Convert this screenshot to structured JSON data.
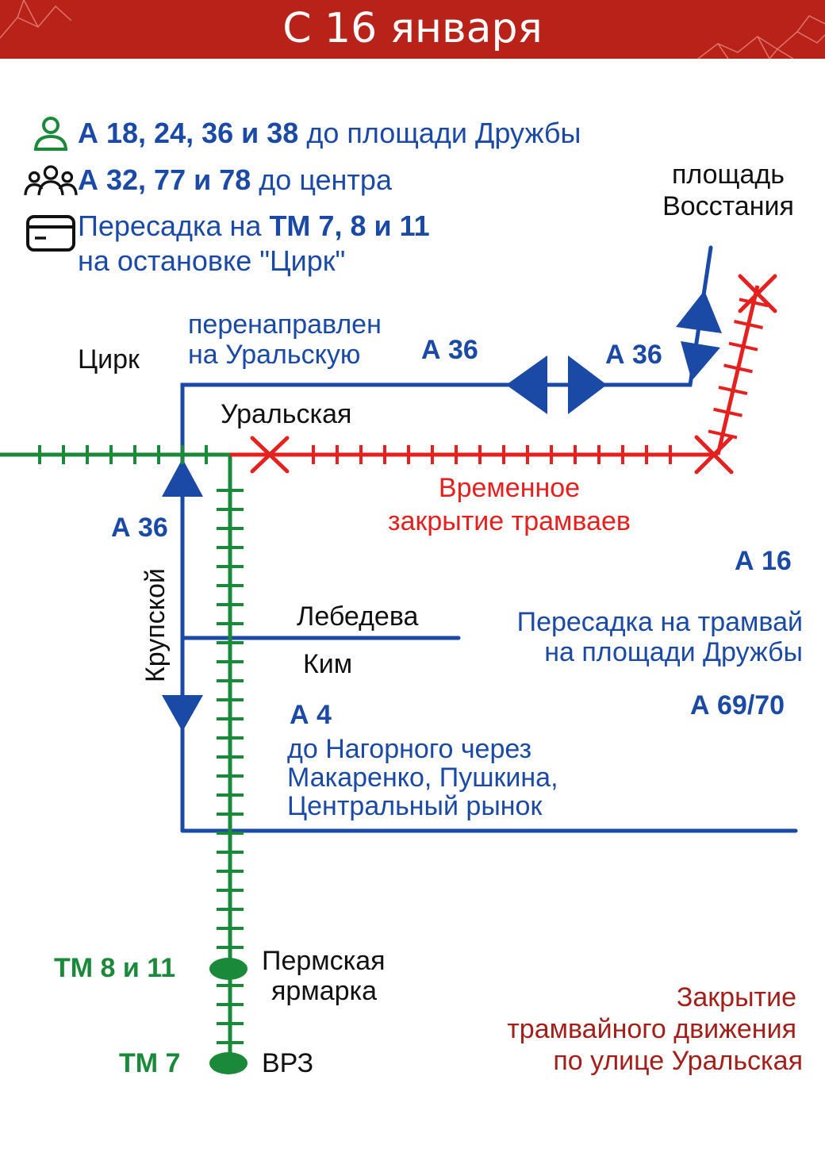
{
  "header": {
    "title": "С 16 января"
  },
  "legend": [
    {
      "icon": "person-icon",
      "bold": "А 18, 24, 36 и 38",
      "text": " до площади Дружбы",
      "icon_color": "#1a8a3a"
    },
    {
      "icon": "group-icon",
      "bold": "А 32, 77 и 78",
      "text": " до центра",
      "icon_color": "#111111"
    },
    {
      "icon": "card-icon",
      "text1": "Пересадка на ",
      "bold": "ТМ 7, 8 и 11",
      "text2": "на остановке \"Цирк\"",
      "icon_color": "#111111"
    }
  ],
  "labels": {
    "ploshchad_vosstaniya": [
      "площадь",
      "Восстания"
    ],
    "tsirk": "Цирк",
    "redirect_note": [
      "перенаправлен",
      "на Уральскую"
    ],
    "route_a36_top": "А 36",
    "route_a36_right": "А 36",
    "uralskaya": "Уральская",
    "temp_closure": [
      "Временное",
      "закрытие трамваев"
    ],
    "route_a36_left": "А 36",
    "krupskoy": "Крупской",
    "route_a16": "А 16",
    "lebedeva": "Лебедева",
    "transfer_tram": [
      "Пересадка на трамвай",
      "на площади Дружбы"
    ],
    "kim": "Ким",
    "route_a69_70": "А 69/70",
    "route_a4": "А 4",
    "a4_note": [
      "до Нагорного через",
      "Макаренко, Пушкина,",
      "Центральный рынок"
    ],
    "tm_8_11": "ТМ 8 и 11",
    "permskaya_yarmarka": [
      "Пермская",
      "ярмарка"
    ],
    "tm_7": "ТМ 7",
    "vrz": "ВРЗ",
    "closure_note": [
      "Закрытие",
      "трамвайного движения",
      "по улице Уральская"
    ]
  },
  "colors": {
    "header_bg": "#b82218",
    "bus_route": "#1a4aa5",
    "tram_active": "#1a8a3a",
    "tram_closed": "#e5211f",
    "closure_text": "#a3201a"
  }
}
